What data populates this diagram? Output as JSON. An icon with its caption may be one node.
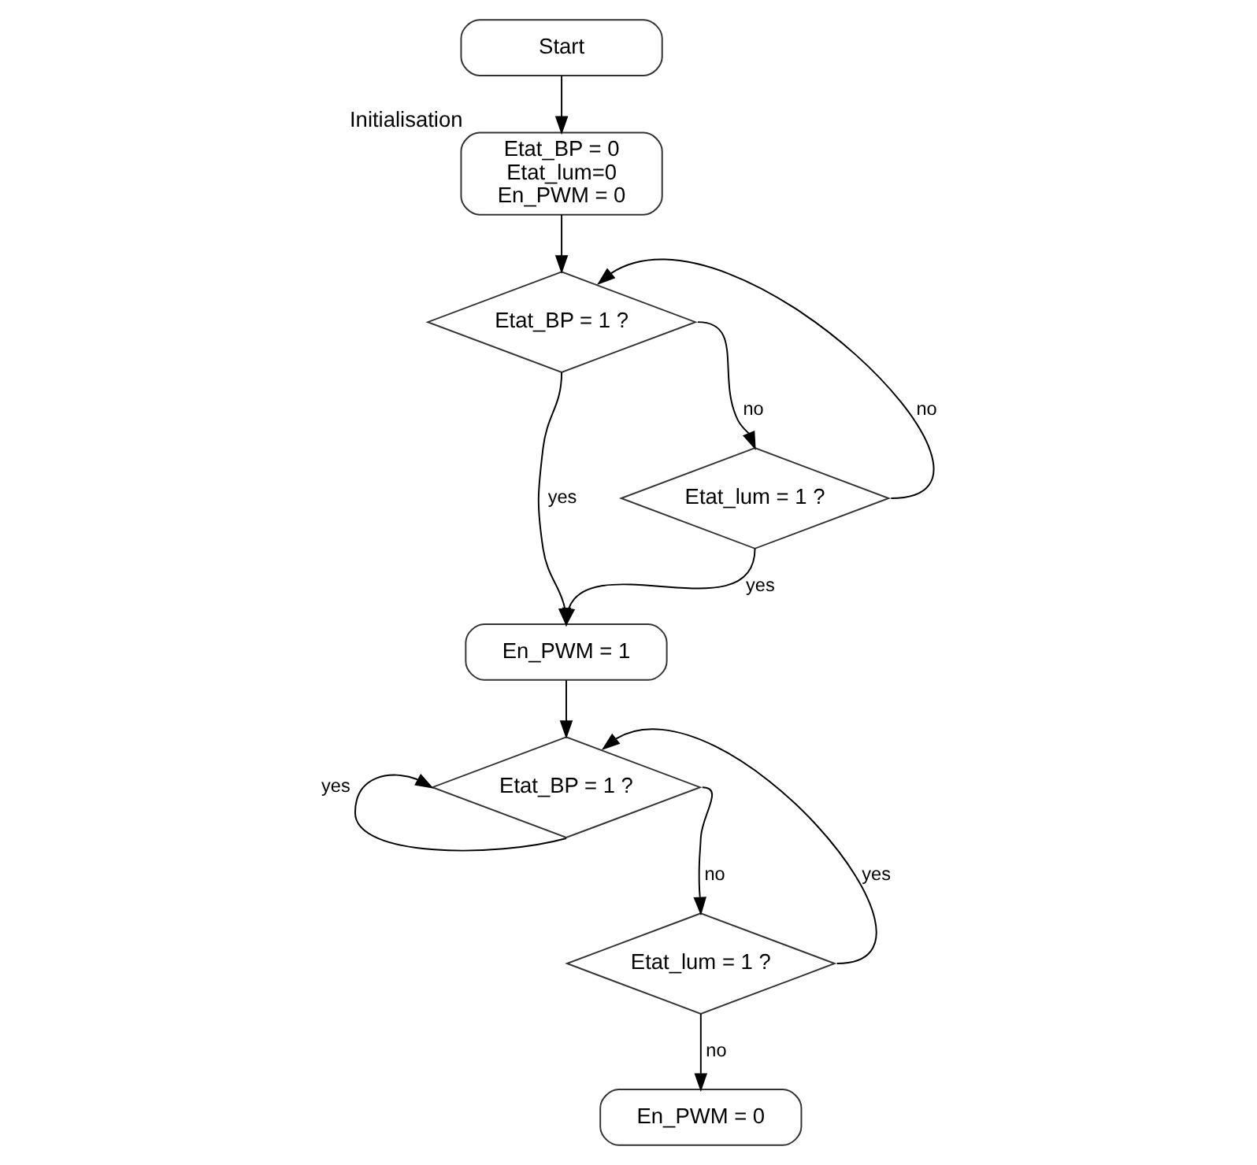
{
  "diagram": {
    "nodes": [
      {
        "text": [
          "Start"
        ]
      },
      {
        "text": [
          "Etat_BP = 0",
          "Etat_lum=0",
          "En_PWM = 0"
        ],
        "beside": [
          "Initialisation"
        ]
      },
      {
        "text": [
          "Etat_BP = 1 ?"
        ]
      },
      {
        "text": [
          "Etat_lum = 1 ?"
        ]
      },
      {
        "text": [
          "En_PWM = 1"
        ]
      },
      {
        "text": [
          "Etat_BP = 1 ?"
        ]
      },
      {
        "text": [
          "Etat_lum = 1 ?"
        ]
      },
      {
        "text": [
          "En_PWM = 0"
        ]
      }
    ],
    "edges": [
      {
        "from": 0,
        "to": 1,
        "arrow": "to"
      },
      {
        "from": 1,
        "to": 2,
        "arrow": "to"
      },
      {
        "from": 2,
        "to": 3,
        "label": "no",
        "arrow": "to"
      },
      {
        "from": 3,
        "to": 2,
        "label": "no",
        "arrow": "to"
      },
      {
        "from": 2,
        "to": 4,
        "label": "yes",
        "arrow": "to"
      },
      {
        "from": 3,
        "to": 4,
        "label": "yes",
        "arrow": "to"
      },
      {
        "from": 4,
        "to": 5,
        "arrow": "to"
      },
      {
        "from": 5,
        "to": 6,
        "label": "no",
        "arrow": "to"
      },
      {
        "from": 5,
        "to": 5,
        "label": "yes",
        "arrow": "to"
      },
      {
        "from": 6,
        "to": 7,
        "label": "no",
        "arrow": "to"
      },
      {
        "from": 6,
        "to": 5,
        "label": "yes",
        "arrow": "to"
      }
    ]
  }
}
